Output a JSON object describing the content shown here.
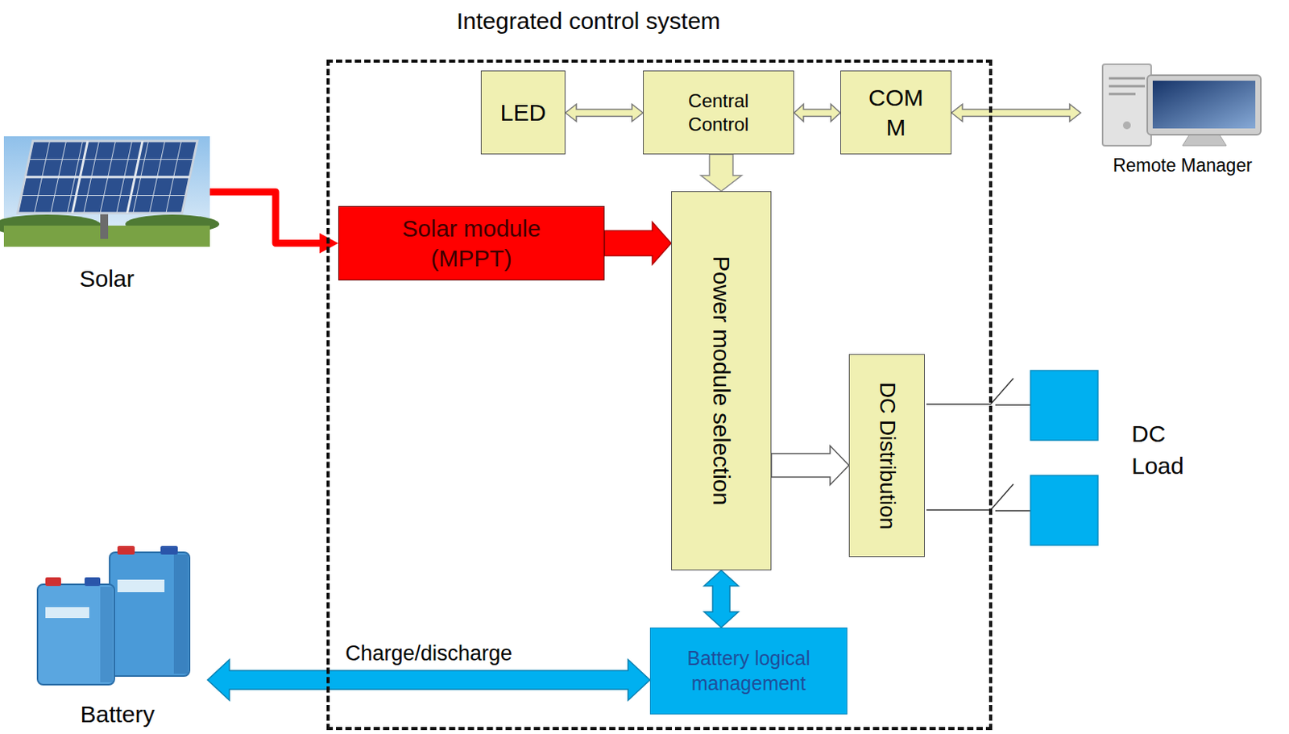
{
  "diagram": {
    "nodes": [
      {
        "text": [
          "Integrated control system"
        ]
      },
      {
        "text": [
          "LED"
        ],
        "in": 0
      },
      {
        "text": [
          "Central Control"
        ],
        "in": 0
      },
      {
        "text": [
          "COM M"
        ],
        "in": 0
      },
      {
        "text": [
          "Remote Manager"
        ]
      },
      {
        "text": [
          "Solar"
        ]
      },
      {
        "text": [
          "Solar module (MPPT)"
        ],
        "in": 0
      },
      {
        "text": [
          "Power module selection"
        ],
        "in": 0
      },
      {
        "text": [
          "DC Distribution"
        ],
        "in": 0
      },
      {
        "text": [
          "Battery logical management"
        ],
        "in": 0
      },
      {
        "text": [
          "Battery"
        ]
      }
    ],
    "edges": [
      {
        "from": 1,
        "to": 2,
        "arrow": "both"
      },
      {
        "from": 2,
        "to": 3,
        "arrow": "both"
      },
      {
        "from": 3,
        "to": 4,
        "arrow": "both"
      },
      {
        "from": 2,
        "to": 7,
        "arrow": "to"
      },
      {
        "from": 5,
        "to": 6,
        "arrow": "to"
      },
      {
        "from": 6,
        "to": 7,
        "arrow": "to"
      },
      {
        "from": 7,
        "to": 8,
        "arrow": "to"
      },
      {
        "from": 7,
        "to": 9,
        "arrow": "both"
      },
      {
        "from": 10,
        "to": 9,
        "arrow": "both",
        "label": "Charge/discharge"
      }
    ],
    "labels": [
      "DC Load"
    ]
  }
}
